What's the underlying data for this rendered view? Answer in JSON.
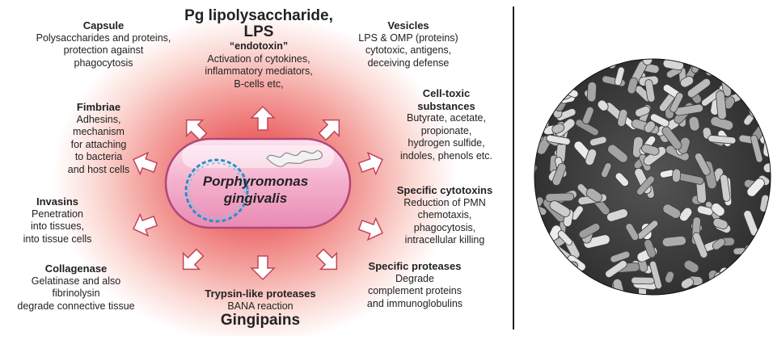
{
  "organism": {
    "line1": "Porphyromonas",
    "line2": "gingivalis"
  },
  "labels": {
    "capsule": {
      "heading": "Capsule",
      "body": "Polysaccharides and proteins,\nprotection against\nphagocytosis"
    },
    "lps": {
      "heading_line1": "Pg lipolysaccharide,",
      "heading_line2": "LPS",
      "subheading": "“endotoxin”",
      "body": "Activation of cytokines,\ninflammatory mediators,\nB-cells etc,"
    },
    "vesicles": {
      "heading": "Vesicles",
      "body": "LPS & OMP (proteins)\ncytotoxic, antigens,\ndeceiving defense"
    },
    "fimbriae": {
      "heading": "Fimbriae",
      "body": "Adhesins,\nmechanism\nfor attaching\nto bacteria\nand host cells"
    },
    "cell_toxic": {
      "heading": "Cell-toxic\nsubstances",
      "body": "Butyrate, acetate,\npropionate,\nhydrogen sulfide,\nindoles, phenols etc."
    },
    "invasins": {
      "heading": "Invasins",
      "body": "Penetration\ninto tissues,\ninto tissue cells"
    },
    "specific_cytotoxins": {
      "heading": "Specific cytotoxins",
      "body": "Reduction of PMN\nchemotaxis,\nphagocytosis,\nintracellular killing"
    },
    "collagenase": {
      "heading": "Collagenase",
      "body": "Gelatinase and also\nfibrinolysin\ndegrade connective tissue"
    },
    "specific_proteases": {
      "heading": "Specific proteases",
      "body": "Degrade\ncomplement proteins\nand immunoglobulins"
    },
    "trypsin": {
      "heading": "Trypsin-like proteases",
      "body": "BANA reaction",
      "footer": "Gingipains"
    }
  },
  "colors": {
    "glow_center": "#e4474d",
    "cell_fill": "#f3a9c6",
    "cell_stroke": "#b0477a",
    "plasmid": "#2a8fc7",
    "arrow_fill": "#ffffff",
    "arrow_stroke": "#c2435a",
    "sem_background": "#3a3a3a"
  }
}
